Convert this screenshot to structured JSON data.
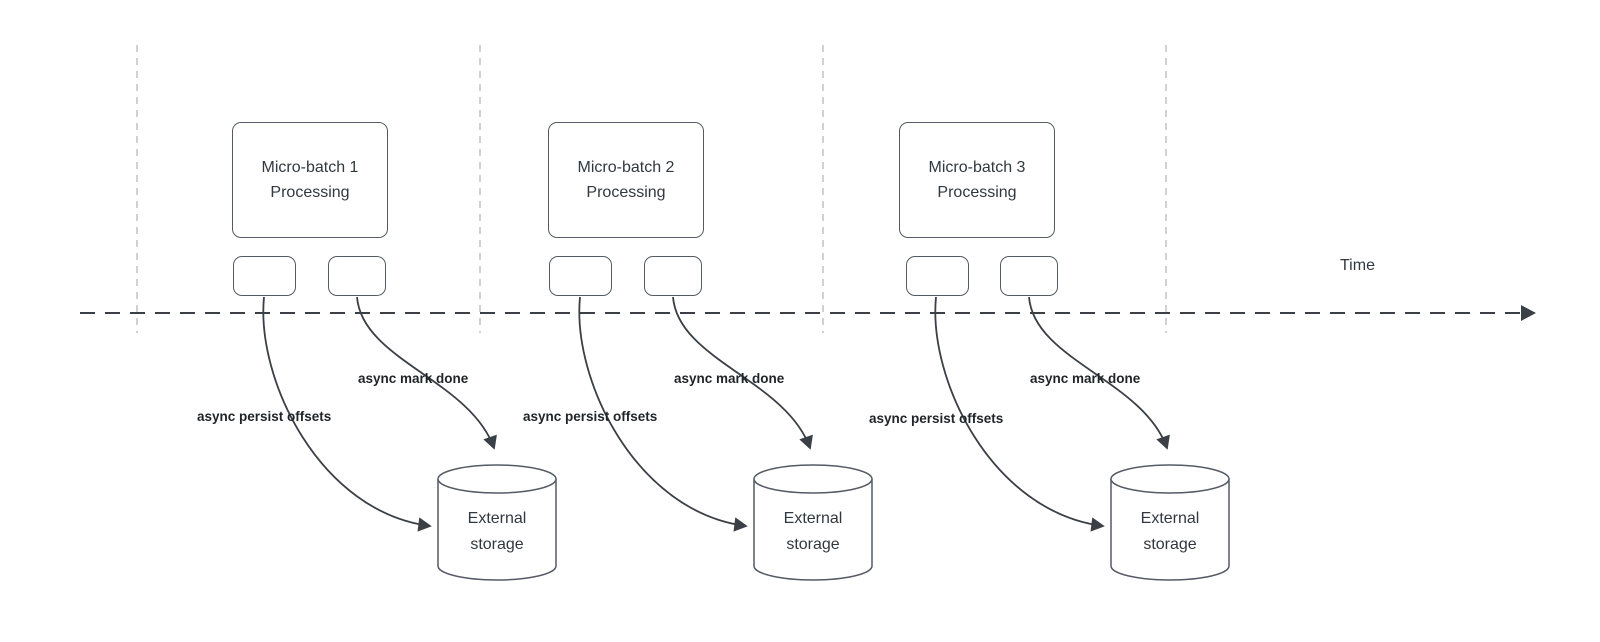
{
  "diagram": {
    "time_label": "Time",
    "groups": [
      {
        "title_line1": "Micro-batch 1",
        "title_line2": "Processing",
        "persist_label": "async persist offsets",
        "done_label": "async mark done",
        "storage_line1": "External",
        "storage_line2": "storage"
      },
      {
        "title_line1": "Micro-batch 2",
        "title_line2": "Processing",
        "persist_label": "async persist offsets",
        "done_label": "async mark done",
        "storage_line1": "External",
        "storage_line2": "storage"
      },
      {
        "title_line1": "Micro-batch 3",
        "title_line2": "Processing",
        "persist_label": "async persist offsets",
        "done_label": "async mark done",
        "storage_line1": "External",
        "storage_line2": "storage"
      }
    ],
    "colors": {
      "arrow_stroke": "#3b4046",
      "box_border": "#545b64",
      "dashed_guide": "#c2c2c2",
      "label_text": "#1f2429"
    }
  }
}
